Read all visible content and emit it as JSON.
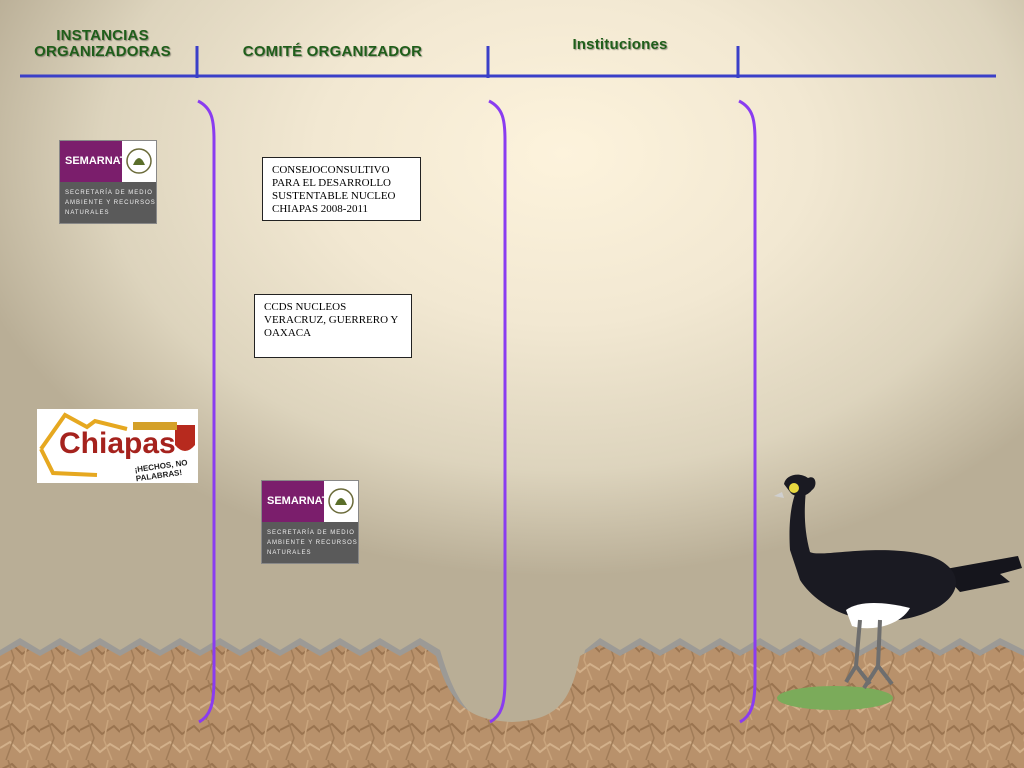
{
  "headers": {
    "instancias": "INSTANCIAS ORGANIZADORAS",
    "comite": "COMITÉ ORGANIZADOR",
    "instituciones": "Instituciones"
  },
  "boxes": {
    "consejo": "CONSEJOCONSULTIVO PARA EL DESARROLLO SUSTENTABLE NUCLEO CHIAPAS 2008-2011",
    "ccds": "CCDS NUCLEOS VERACRUZ, GUERRERO Y OAXACA"
  },
  "logos": {
    "semarnat_brand": "SEMARNAT",
    "semarnat_sub": "SECRETARÍA DE MEDIO AMBIENTE Y RECURSOS NATURALES",
    "chiapas_word": "Chiapas",
    "chiapas_tag": "¡HECHOS, NO PALABRAS!"
  },
  "colors": {
    "header_text": "#1f5e1a",
    "header_line": "#3a3fc8",
    "bracket": "#8a3cf0",
    "semarnat_purple": "#7b1e6c"
  },
  "icons": [
    "semarnat-logo",
    "chiapas-logo",
    "crested-bird-illustration"
  ]
}
